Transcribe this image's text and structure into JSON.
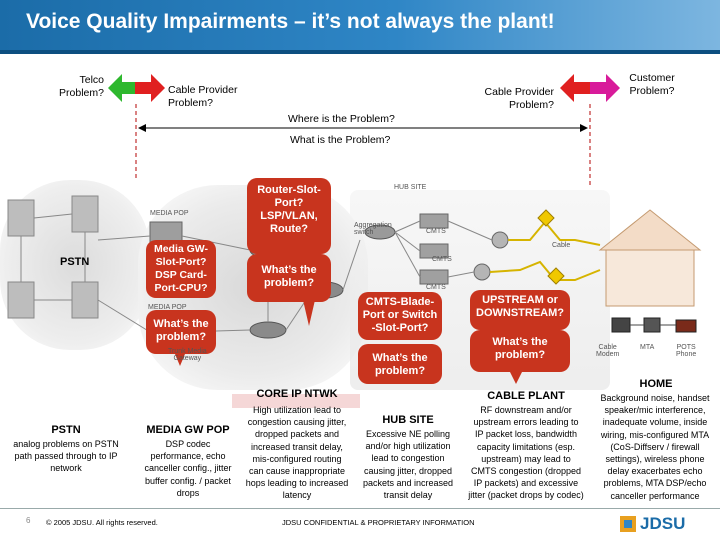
{
  "title": "Voice Quality Impairments – it’s not always the plant!",
  "top": {
    "telco": "Telco\nProblem?",
    "cable_left": "Cable Provider\nProblem?",
    "cable_right": "Cable Provider\nProblem?",
    "customer": "Customer\nProblem?",
    "where": "Where is the Problem?",
    "what": "What is the Problem?"
  },
  "diagram_labels": {
    "pstn_cloud": "PSTN",
    "media_pop_top": "MEDIA POP",
    "media_pop_bottom": "MEDIA POP",
    "trunk_media_gateway": "Trunk Media\nGateway",
    "hub_site": "HUB SITE",
    "aggregation_switch": "Aggregation\nswitch",
    "cmts_1": "CMTS",
    "cmts_2": "CMTS",
    "cmts_3": "CMTS",
    "cable": "Cable",
    "cable_modem": "Cable\nModem",
    "mta": "MTA",
    "pots_phone": "POTS\nPhone"
  },
  "bubbles": {
    "media_gw": "Media GW-\nSlot-Port?\nDSP Card-\nPort-CPU?",
    "media_gw_what": "What’s the\nproblem?",
    "router": "Router-Slot-\nPort?\nLSP/VLAN,\nRoute?",
    "router_what": "What’s the\nproblem?",
    "cmts": "CMTS-Blade-\nPort or Switch\n-Slot-Port?",
    "cmts_what": "What’s the\nproblem?",
    "upstream": "UPSTREAM or\nDOWNSTREAM?",
    "upstream_what": "What’s the\nproblem?"
  },
  "sections": [
    {
      "title": "PSTN",
      "text": "analog problems on PSTN\npath passed through to IP\nnetwork"
    },
    {
      "title": "MEDIA GW POP",
      "text": "DSP codec\nperformance, echo\ncanceller config., jitter\nbuffer config. / packet\ndrops"
    },
    {
      "title": "CORE IP NTWK",
      "text": "High utilization lead to\ncongestion causing jitter,\ndropped packets and\nincreased transit delay,\nmis-configured routing\ncan cause inappropriate\nhops leading to increased\nlatency"
    },
    {
      "title": "HUB SITE",
      "text": "Excessive NE polling\nand/or high utilization\nlead to congestion\ncausing jitter, dropped\npackets and increased\ntransit delay"
    },
    {
      "title": "CABLE PLANT",
      "text": "RF downstream and/or\nupstream errors leading to\nIP packet loss, bandwidth\ncapacity limitations (esp.\nupstream) may lead to\nCMTS congestion (dropped\nIP packets) and excessive\njitter (packet drops by codec)"
    },
    {
      "title": "HOME",
      "text": "Background noise, handset\nspeaker/mic interference,\ninadequate volume, inside\nwiring, mis-configured MTA\n(CoS-Diffserv / firewall\nsettings), wireless phone\ndelay exacerbates echo\nproblems, MTA DSP/echo\ncanceller performance"
    }
  ],
  "footer": {
    "page": "6",
    "copyright": "© 2005 JDSU. All rights reserved.",
    "confidential": "JDSU CONFIDENTIAL & PROPRIETARY INFORMATION",
    "logo": "JDSU"
  },
  "colors": {
    "title_bar": "#2f86c6",
    "bubble": "#c8341e",
    "arrow_green": "#2eb82e",
    "arrow_red": "#e02020",
    "arrow_magenta": "#d81b9a",
    "dashed_red": "#d03030",
    "core_arrow": "#e8a8a8"
  }
}
